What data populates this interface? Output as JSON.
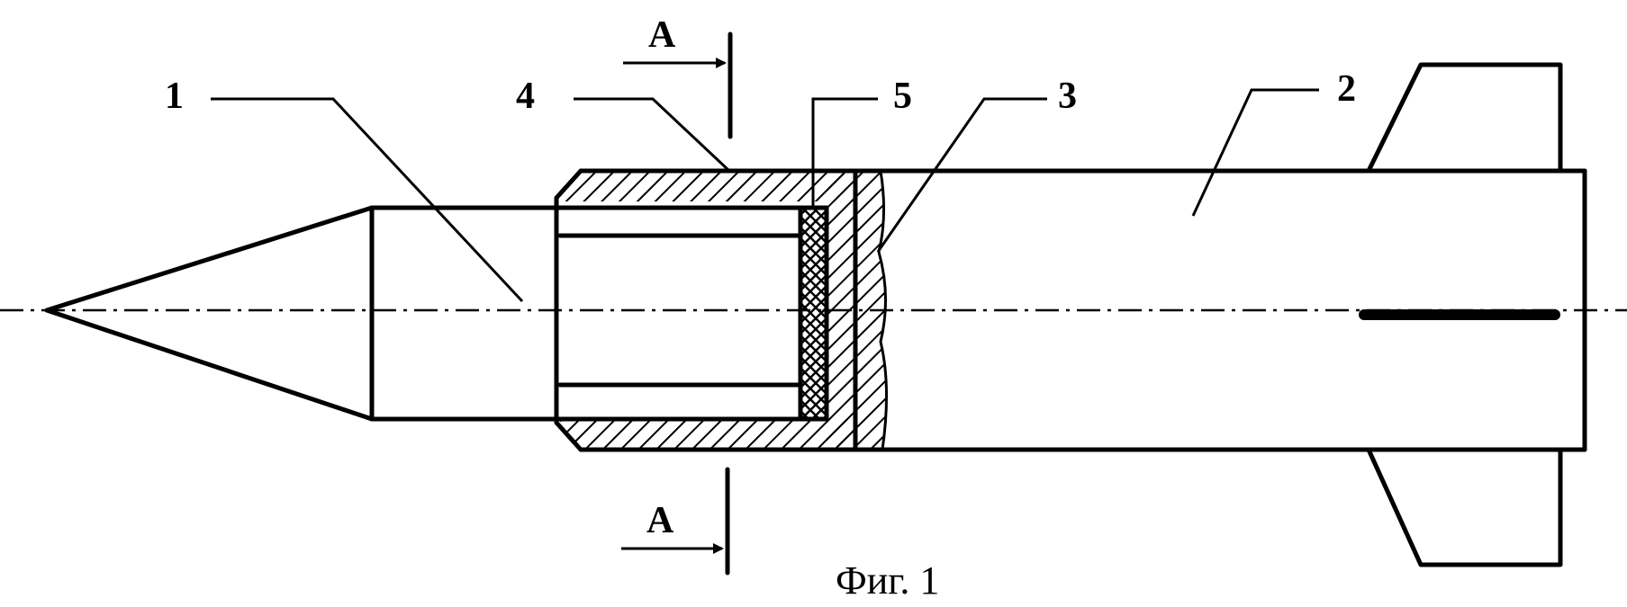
{
  "figure": {
    "caption": "Фиг. 1",
    "labels": {
      "part_1": "1",
      "part_2": "2",
      "part_3": "3",
      "part_4": "4",
      "part_5": "5"
    },
    "section_marks": {
      "top": "А",
      "bottom": "А"
    }
  }
}
